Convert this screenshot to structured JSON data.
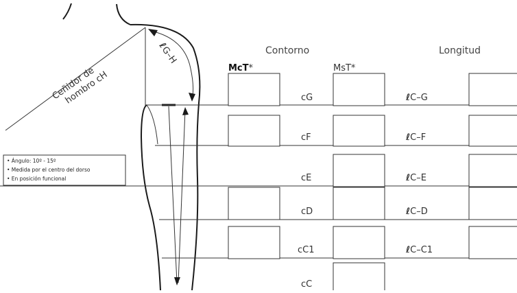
{
  "headers": {
    "contorno": "Contorno",
    "longitud": "Longitud"
  },
  "columns": {
    "mct_main": "McT",
    "mct_suffix": "*",
    "mst": "MsT*"
  },
  "shoulder": {
    "line1": "Ceñidor de",
    "line2": "hombro cH",
    "g_h_label": "G–H",
    "ell_symbol": "ℓ"
  },
  "notes": [
    "• Ángulo: 10º - 15º",
    "• Medida por el centro del dorso",
    "• En posición funcional"
  ],
  "rows": [
    {
      "contour_code": "cG",
      "length_code": "C–G"
    },
    {
      "contour_code": "cF",
      "length_code": "C–F"
    },
    {
      "contour_code": "cE",
      "length_code": "C–E"
    },
    {
      "contour_code": "cD",
      "length_code": "C–D"
    },
    {
      "contour_code": "cC1",
      "length_code": "C–C1"
    },
    {
      "contour_code": "cC",
      "length_code": ""
    }
  ]
}
